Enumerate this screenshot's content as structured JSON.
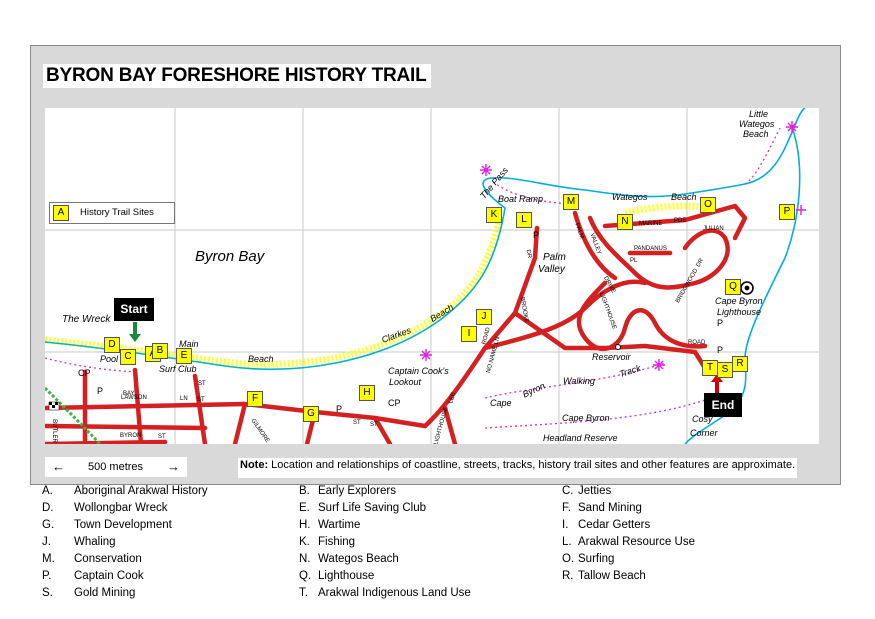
{
  "title": "BYRON BAY FORESHORE HISTORY TRAIL",
  "legend": {
    "marker": "A",
    "label": "History Trail Sites"
  },
  "callouts": {
    "start": "Start",
    "end": "End"
  },
  "place_labels": {
    "byron_bay": "Byron  Bay",
    "the_wreck": "The Wreck",
    "main": "Main",
    "beach_main": "Beach",
    "pool": "Pool",
    "surf_club": "Surf Club",
    "clarkes": "Clarkes",
    "beach_clarkes": "Beach",
    "the_pass": "The Pass",
    "boat_ramp": "Boat Ramp",
    "wategos": "Wategos",
    "beach_wategos": "Beach",
    "little_wategos": "Little",
    "little_wategos2": "Wategos",
    "little_wategos3": "Beach",
    "palm_valley": "Palm",
    "palm_valley2": "Valley",
    "cape_byron_lighthouse": "Cape Byron",
    "cape_byron_lighthouse2": "Lighthouse",
    "reservoir": "Reservoir",
    "walking_track": "Walking",
    "track": "Track",
    "cape_byron_headland": "Cape Byron",
    "headland_reserve": "Headland Reserve",
    "captain_cooks": "Captain Cook's",
    "lookout": "Lookout",
    "cape_byron_road": "Cape",
    "byron_road": "Byron",
    "cosy": "Cosy",
    "corner": "Corner",
    "cp1": "CP",
    "p1": "P",
    "cp2": "CP",
    "p2": "P",
    "p3": "P",
    "p4": "P",
    "p5": "P"
  },
  "street_labels": {
    "bay": "BAY",
    "st1": "ST",
    "lawson": "LAWSON",
    "ln": "LN",
    "st2": "ST",
    "byron": "BYRON",
    "st3": "ST",
    "butler": "BUTLER",
    "gilmore": "GILMORE",
    "st4": "ST",
    "st5": "ST",
    "marine": "MARINE",
    "pde": "PDE",
    "julian": "JULIAN",
    "pandanus": "PANDANUS",
    "pl": "PL",
    "palm_dr": "PALM",
    "valley_dr": "VALLEY",
    "drive": "DRIVE",
    "lighthouse": "LIGHTHOUSE",
    "brooke": "BROOKE",
    "dr": "DR",
    "no_name": "NO NAME LN",
    "road": "ROAD",
    "lee": "LEE",
    "lighthouse2": "LIGHTHOUSE",
    "bridgewood": "BRIDGWOOD",
    "dr2": "DR",
    "road2": "ROAD"
  },
  "markers": [
    "A",
    "B",
    "C",
    "D",
    "E",
    "F",
    "G",
    "H",
    "I",
    "J",
    "K",
    "L",
    "M",
    "N",
    "O",
    "P",
    "Q",
    "R",
    "S",
    "T"
  ],
  "scale": {
    "label": "500 metres",
    "left_arrow": "←",
    "right_arrow": "→"
  },
  "note": {
    "bold": "Note:",
    "text": " Location and relationships of coastline, streets, tracks, history trail sites and other features are approximate."
  },
  "sites": [
    {
      "code": "A.",
      "name": "Aboriginal Arakwal History"
    },
    {
      "code": "B.",
      "name": "Early Explorers"
    },
    {
      "code": "C.",
      "name": "Jetties"
    },
    {
      "code": "D.",
      "name": "Wollongbar Wreck"
    },
    {
      "code": "E.",
      "name": "Surf Life Saving Club"
    },
    {
      "code": "F.",
      "name": "Sand Mining"
    },
    {
      "code": "G.",
      "name": "Town Development"
    },
    {
      "code": "H.",
      "name": "Wartime"
    },
    {
      "code": "I.",
      "name": "Cedar Getters"
    },
    {
      "code": "J.",
      "name": "Whaling"
    },
    {
      "code": "K.",
      "name": "Fishing"
    },
    {
      "code": "L.",
      "name": "Arakwal Resource Use"
    },
    {
      "code": "M.",
      "name": "Conservation"
    },
    {
      "code": "N.",
      "name": "Wategos Beach"
    },
    {
      "code": "O.",
      "name": "Surfing"
    },
    {
      "code": "P.",
      "name": "Captain Cook"
    },
    {
      "code": "Q.",
      "name": "Lighthouse"
    },
    {
      "code": "R.",
      "name": "Tallow Beach"
    },
    {
      "code": "S.",
      "name": "Gold Mining"
    },
    {
      "code": "T.",
      "name": "Arakwal Indigenous Land Use"
    }
  ],
  "colors": {
    "road": "#d42020",
    "sand": "#ffff33",
    "coast": "#00b0d8",
    "track": "#cc33cc",
    "grid": "#c8c8c8",
    "marker": "#ffff00",
    "frame": "#d9d9d9",
    "start_arrow": "#1a8a3a",
    "end_arrow": "#d40000"
  }
}
